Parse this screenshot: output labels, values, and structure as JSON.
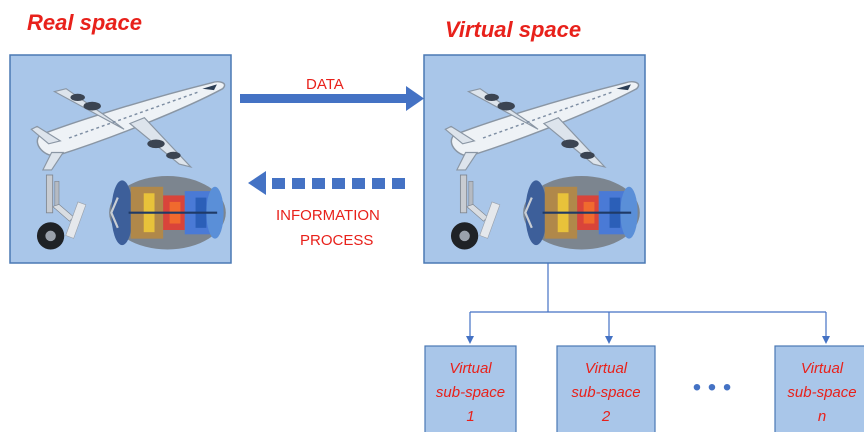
{
  "diagram": {
    "real_space": {
      "title": "Real space"
    },
    "virtual_space": {
      "title": "Virtual space"
    },
    "data_arrow": {
      "label": "DATA"
    },
    "information_arrow": {
      "label_line1": "INFORMATION",
      "label_line2": "PROCESS"
    },
    "sub_spaces": [
      {
        "line1": "Virtual",
        "line2": "sub-space",
        "line3": "1"
      },
      {
        "line1": "Virtual",
        "line2": "sub-space",
        "line3": "2"
      },
      {
        "line1": "Virtual",
        "line2": "sub-space",
        "line3": "n"
      }
    ],
    "ellipsis_symbol": "• • •"
  },
  "colors": {
    "title_red": "#e8211b",
    "box_fill": "#a9c6e9",
    "box_stroke": "#4a78b4",
    "arrow_blue": "#4472c4"
  },
  "icons": [
    "airplane-icon",
    "landing-gear-icon",
    "jet-engine-icon"
  ]
}
